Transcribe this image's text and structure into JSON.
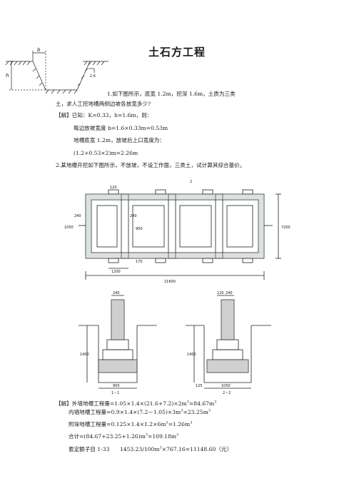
{
  "page": {
    "title": "土石方工程"
  },
  "q1": {
    "line1": "1.如下图所示，底宽 1.2m，挖深 1.6m，土质为三类",
    "line2": "土，求人工挖地槽两侧边坡各放宽多少?",
    "sol_label": "【解】",
    "sol_given": "已知：K=0.33，h=1.6m，则：",
    "calc1": "每边放坡宽度 b=1.6×0.33m=0.53m",
    "calc2": "地槽底宽 1.2m，放坡后上口宽度为：",
    "calc3": "(1.2+0.53×2)m=2.26m"
  },
  "q2": {
    "line1": "2.某地槽开挖如下图所示，不放坡，不设工作面，三类土，试计算其综合基价。",
    "sol_label": "【解】",
    "ext_label": "外墙地槽工程量=1.05×1.4×(21.6+7.2)×2m",
    "ext_sup": "3",
    "ext_result": "=84.67m",
    "int_label": "内墙地槽工程量=0.9×1.4×(7.2－1.05)×3m",
    "int_result": "=23.25m",
    "att_label": "附垛地槽工程量=0.125×1.4×1.2×6m",
    "att_result": "=1.26m",
    "total_label": "合计=(84.67+23.25+1.26)m",
    "total_result": "=109.18m",
    "quota_label": "套定额子目 1-33",
    "quota_calc": "1453.23/100m",
    "quota_result": "×767.16=11148.60（元）"
  },
  "fig1": {
    "label_b": "b",
    "label_h": "h",
    "label_k": "1:K"
  },
  "fig_plan": {
    "dims": [
      "1050",
      "240",
      "240",
      "900",
      "120",
      "170",
      "1200",
      "21600",
      "7200",
      "2"
    ]
  },
  "fig_sections": {
    "s1_dims": [
      "240",
      "1400",
      "900"
    ],
    "s1_label": "1－1",
    "s2_dims": [
      "120",
      "240",
      "1400",
      "125",
      "1050"
    ],
    "s2_label": "2－2"
  }
}
